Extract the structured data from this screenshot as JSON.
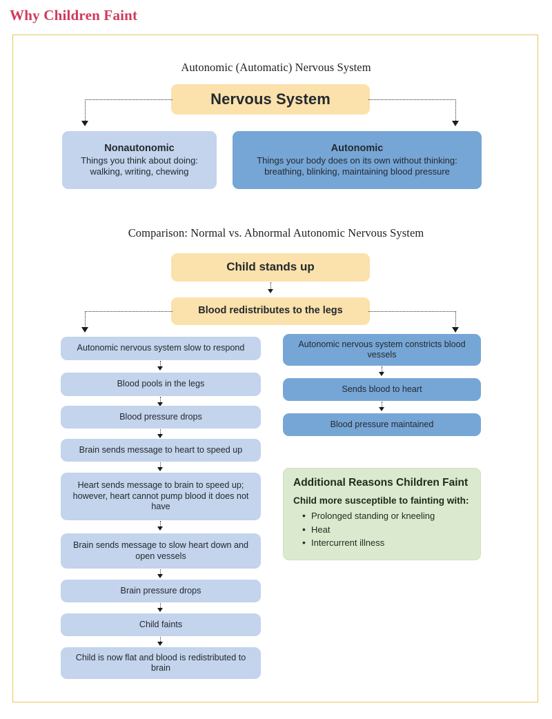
{
  "page": {
    "title": "Why Children Faint",
    "accent_color": "#cf3a5b",
    "frame_border_color": "#e7c65a",
    "tan_color": "#fbe1ab",
    "blue_light_color": "#c3d4ec",
    "blue_dark_color": "#76a6d6",
    "green_color": "#dbe9cf"
  },
  "section1": {
    "heading": "Autonomic (Automatic) Nervous System",
    "root": "Nervous System",
    "branches": [
      {
        "title": "Nonautonomic",
        "line1": "Things you think about doing:",
        "line2": "walking, writing, chewing"
      },
      {
        "title": "Autonomic",
        "line1": "Things your body does on its own without thinking:",
        "line2": "breathing, blinking, maintaining blood pressure"
      }
    ]
  },
  "section2": {
    "heading": "Comparison: Normal vs. Abnormal Autonomic Nervous System",
    "root": "Child stands up",
    "second": "Blood redistributes to the legs",
    "abnormal_flow": [
      "Autonomic nervous system slow to respond",
      "Blood pools in the legs",
      "Blood pressure drops",
      "Brain sends message to heart to speed up",
      "Heart sends message to brain to speed up; however, heart cannot pump blood it does not have",
      "Brain sends message to slow heart down and open vessels",
      "Brain pressure drops",
      "Child faints",
      "Child is now flat and blood is redistributed to brain"
    ],
    "normal_flow": [
      "Autonomic nervous system constricts blood vessels",
      "Sends blood to heart",
      "Blood pressure maintained"
    ]
  },
  "infobox": {
    "title": "Additional Reasons Children Faint",
    "subtitle": "Child more susceptible to fainting with:",
    "items": [
      "Prolonged standing or kneeling",
      "Heat",
      "Intercurrent illness"
    ]
  }
}
